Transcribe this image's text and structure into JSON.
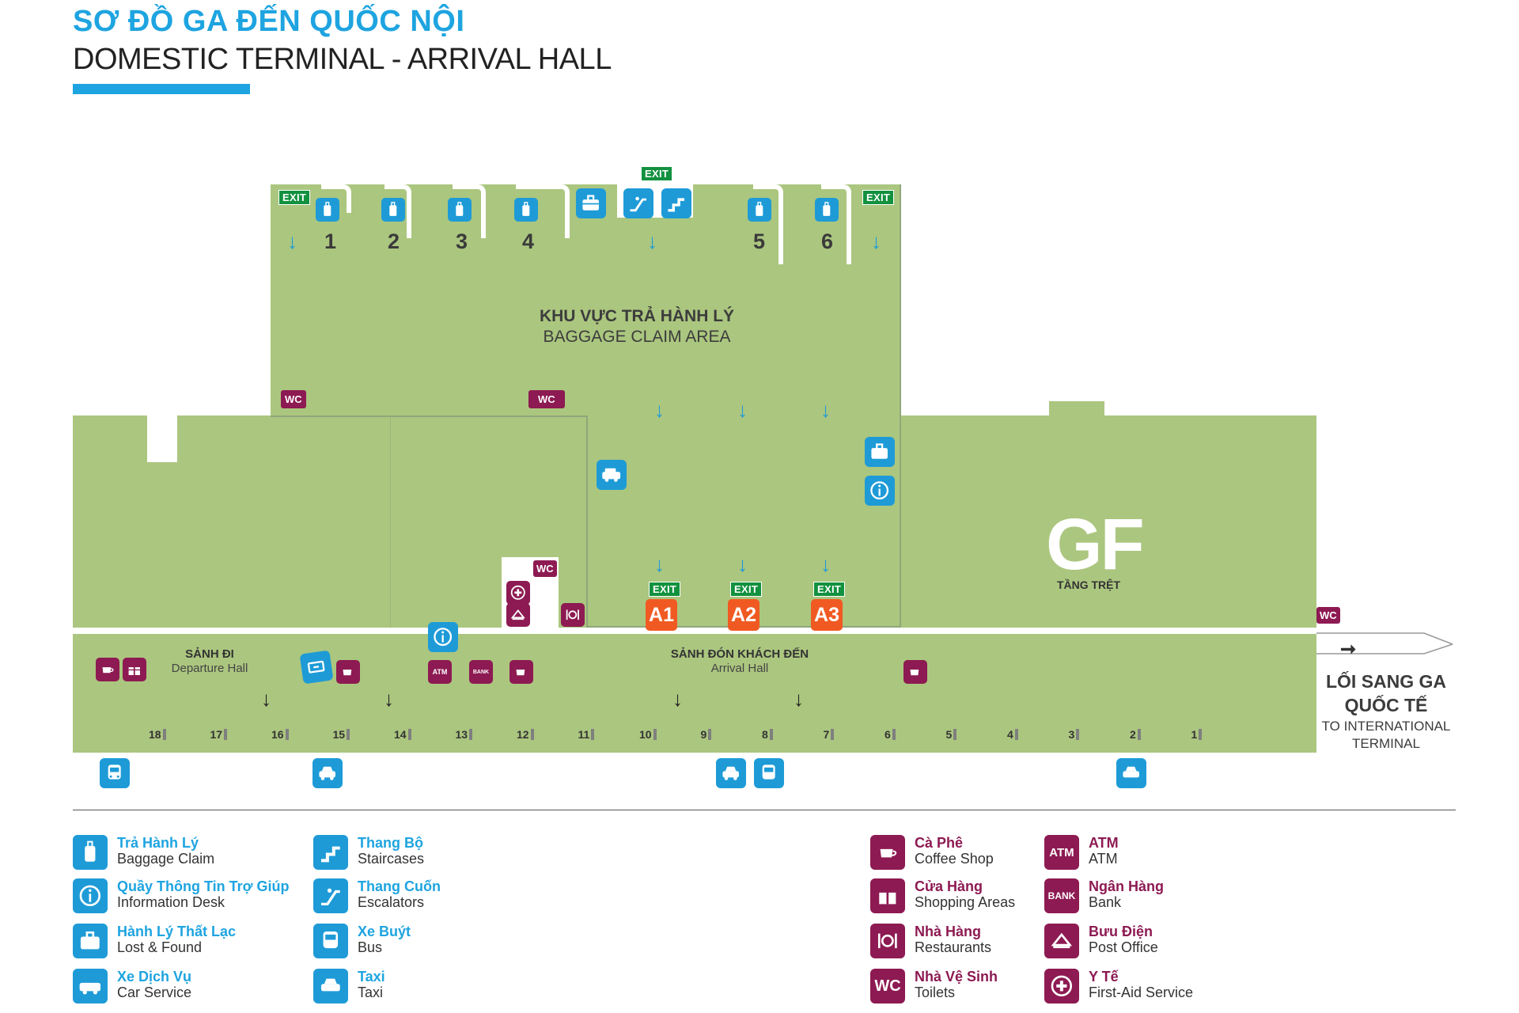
{
  "header": {
    "title_vn": "SƠ ĐỒ GA ĐẾN QUỐC NỘI",
    "title_en": "DOMESTIC TERMINAL - ARRIVAL HALL"
  },
  "map": {
    "exit_label": "EXIT",
    "wc_label": "WC",
    "belts": [
      "1",
      "2",
      "3",
      "4",
      "5",
      "6"
    ],
    "baggage_area_vn": "KHU VỰC TRẢ HÀNH LÝ",
    "baggage_area_en": "BAGGAGE CLAIM AREA",
    "gates": [
      "A1",
      "A2",
      "A3"
    ],
    "floor_code": "GF",
    "floor_name": "TẦNG TRỆT",
    "departure_vn": "SẢNH ĐI",
    "departure_en": "Departure Hall",
    "arrival_vn": "SẢNH ĐÓN KHÁCH ĐẾN",
    "arrival_en": "Arrival Hall",
    "atm_label": "ATM",
    "bank_label": "BANK",
    "doors": [
      "18",
      "17",
      "16",
      "15",
      "14",
      "13",
      "12",
      "11",
      "10",
      "9",
      "8",
      "7",
      "6",
      "5",
      "4",
      "3",
      "2",
      "1"
    ],
    "international_vn_1": "LỐI SANG GA",
    "international_vn_2": "QUỐC TẾ",
    "international_en_1": "TO INTERNATIONAL",
    "international_en_2": "TERMINAL",
    "colors": {
      "accent": "#1ea4e0",
      "area": "#abc67f",
      "service": "#1e9bd7",
      "amenity": "#8d1a52",
      "gate": "#f05a22",
      "exit": "#12913f"
    }
  },
  "legend": {
    "baggage": {
      "vn": "Trả Hành Lý",
      "en": "Baggage Claim",
      "icon": "luggage-icon"
    },
    "info": {
      "vn": "Quầy Thông Tin Trợ Giúp",
      "en": "Information Desk",
      "icon": "info-icon"
    },
    "lost": {
      "vn": "Hành Lý Thất Lạc",
      "en": "Lost & Found",
      "icon": "briefcase-icon"
    },
    "car": {
      "vn": "Xe Dịch Vụ",
      "en": "Car Service",
      "icon": "car-icon"
    },
    "stairs": {
      "vn": "Thang Bộ",
      "en": "Staircases",
      "icon": "stairs-icon"
    },
    "escalator": {
      "vn": "Thang Cuốn",
      "en": "Escalators",
      "icon": "escalator-icon"
    },
    "bus": {
      "vn": "Xe Buýt",
      "en": "Bus",
      "icon": "bus-icon"
    },
    "taxi": {
      "vn": "Taxi",
      "en": "Taxi",
      "icon": "taxi-icon"
    },
    "coffee": {
      "vn": "Cà Phê",
      "en": "Coffee Shop",
      "icon": "coffee-icon"
    },
    "shop": {
      "vn": "Cửa Hàng",
      "en": "Shopping Areas",
      "icon": "gift-icon"
    },
    "restaurant": {
      "vn": "Nhà Hàng",
      "en": "Restaurants",
      "icon": "restaurant-icon"
    },
    "toilet": {
      "vn": "Nhà Vệ Sinh",
      "en": "Toilets",
      "icon": "wc-icon"
    },
    "atm": {
      "vn": "ATM",
      "en": "ATM",
      "icon": "atm-icon"
    },
    "bank": {
      "vn": "Ngân Hàng",
      "en": "Bank",
      "icon": "bank-icon"
    },
    "post": {
      "vn": "Bưu Điện",
      "en": "Post Office",
      "icon": "post-icon"
    },
    "firstaid": {
      "vn": "Y Tế",
      "en": "First-Aid Service",
      "icon": "first-aid-icon"
    }
  }
}
